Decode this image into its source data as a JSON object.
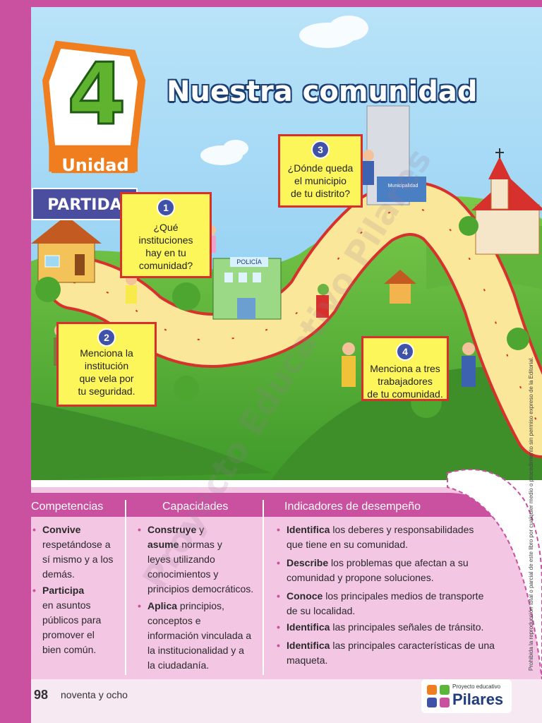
{
  "unit": {
    "number": "4",
    "label": "Unidad"
  },
  "title": "Nuestra comunidad",
  "start_label": "PARTIDA",
  "questions": [
    {
      "number": "1",
      "text": [
        "¿Qué",
        "instituciones",
        "hay en tu",
        "comunidad?"
      ]
    },
    {
      "number": "2",
      "text": [
        "Menciona la",
        "institución",
        "que vela por",
        "tu seguridad."
      ]
    },
    {
      "number": "3",
      "text": [
        "¿Dónde queda",
        "el municipio",
        "de tu distrito?"
      ]
    },
    {
      "number": "4",
      "text": [
        "Menciona a tres",
        "trabajadores",
        "de tu comunidad."
      ]
    }
  ],
  "illustration_labels": {
    "police": "POLICÍA",
    "municipality": "Municipalidad"
  },
  "table": {
    "headers": [
      "Competencias",
      "Capacidades",
      "Indicadores de desempeño"
    ],
    "competencias": [
      {
        "bold": "Convive",
        "lines": [
          "respetándose a",
          "sí mismo y a los",
          "demás."
        ]
      },
      {
        "bold": "Participa",
        "lines": [
          "en asuntos",
          "públicos para",
          "promover el",
          "bien común."
        ]
      }
    ],
    "capacidades": [
      {
        "bold": "Construye",
        "first_rest": " y",
        "bold2": "asume",
        "second_rest": " normas y",
        "lines": [
          "leyes utilizando",
          "conocimientos y",
          "principios democráticos."
        ]
      },
      {
        "bold": "Aplica",
        "first_rest": " principios,",
        "lines": [
          "conceptos e",
          "información vinculada a",
          "la institucionalidad y a",
          "la ciudadanía."
        ]
      }
    ],
    "indicadores": [
      {
        "bold": "Identifica",
        "rest": " los deberes y responsabilidades",
        "lines": [
          "que tiene en su comunidad."
        ]
      },
      {
        "bold": "Describe",
        "rest": " los problemas que afectan a su",
        "lines": [
          "comunidad y propone soluciones."
        ]
      },
      {
        "bold": "Conoce",
        "rest": " los principales medios de transporte",
        "lines": [
          "de su localidad."
        ]
      },
      {
        "bold": "Identifica",
        "rest": " las principales señales de tránsito.",
        "lines": []
      },
      {
        "bold": "Identifica",
        "rest": " las principales características de una",
        "lines": [
          "maqueta."
        ]
      }
    ]
  },
  "rights_text": "Prohibida la reproducción total o parcial de este libro por cualquier medio o procedimiento sin permiso expreso de la Editorial.",
  "watermark": "Proyecto Educativo Pilares",
  "footer": {
    "page_number": "98",
    "page_words": "noventa y ocho"
  },
  "brand": {
    "tagline": "Proyecto educativo",
    "name": "Pilares"
  },
  "colors": {
    "accent_pink": "#c9519f",
    "sky": "#7fc6f0",
    "grass": "#5cb63a",
    "box_yellow": "#fdf65a",
    "box_border": "#d6312d",
    "badge_orange": "#f07e1e",
    "title_green": "#5fb32e"
  }
}
